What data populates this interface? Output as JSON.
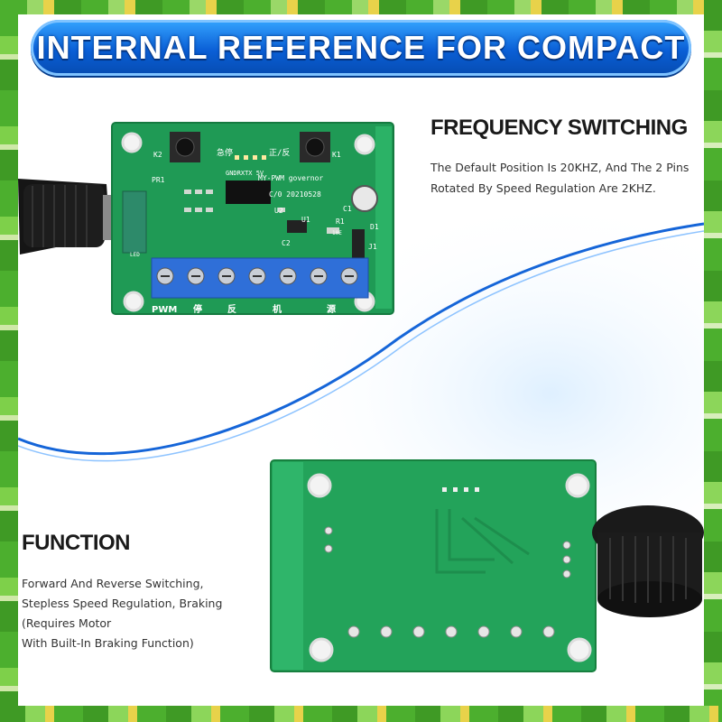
{
  "banner": {
    "title": "INTERNAL REFERENCE FOR COMPACT"
  },
  "frequency": {
    "heading": "FREQUENCY SWITCHING",
    "lines": [
      "The Default Position Is 20KHZ, And The 2 Pins",
      "Rotated By Speed Regulation Are 2KHZ."
    ]
  },
  "function": {
    "heading": "FUNCTION",
    "lines": [
      "Forward And Reverse Switching,",
      "Stepless Speed Regulation, Braking",
      "(Requires Motor",
      "With Built-In Braking Function)"
    ]
  },
  "board_front": {
    "labels": {
      "k1": "K1",
      "k2": "K2",
      "pr1": "PR1",
      "u1": "U1",
      "u2": "U2",
      "c1": "C1",
      "c2": "C2",
      "r1": "R1",
      "d1": "D1",
      "j1": "J1",
      "led": "LED",
      "model": "MY-PWM governor",
      "date": "C/0 20210528",
      "pins": "GNDRXTX 5V",
      "r_res": "10E",
      "c_left": "正/反",
      "c_top": "急停"
    },
    "terminals": [
      "PWM",
      "停",
      "反",
      "机",
      "源"
    ]
  },
  "colors": {
    "banner": "#0a5fd6",
    "pcb": "#1f9a55",
    "terminal": "#2f6fd8",
    "wave": "#1565d8"
  }
}
